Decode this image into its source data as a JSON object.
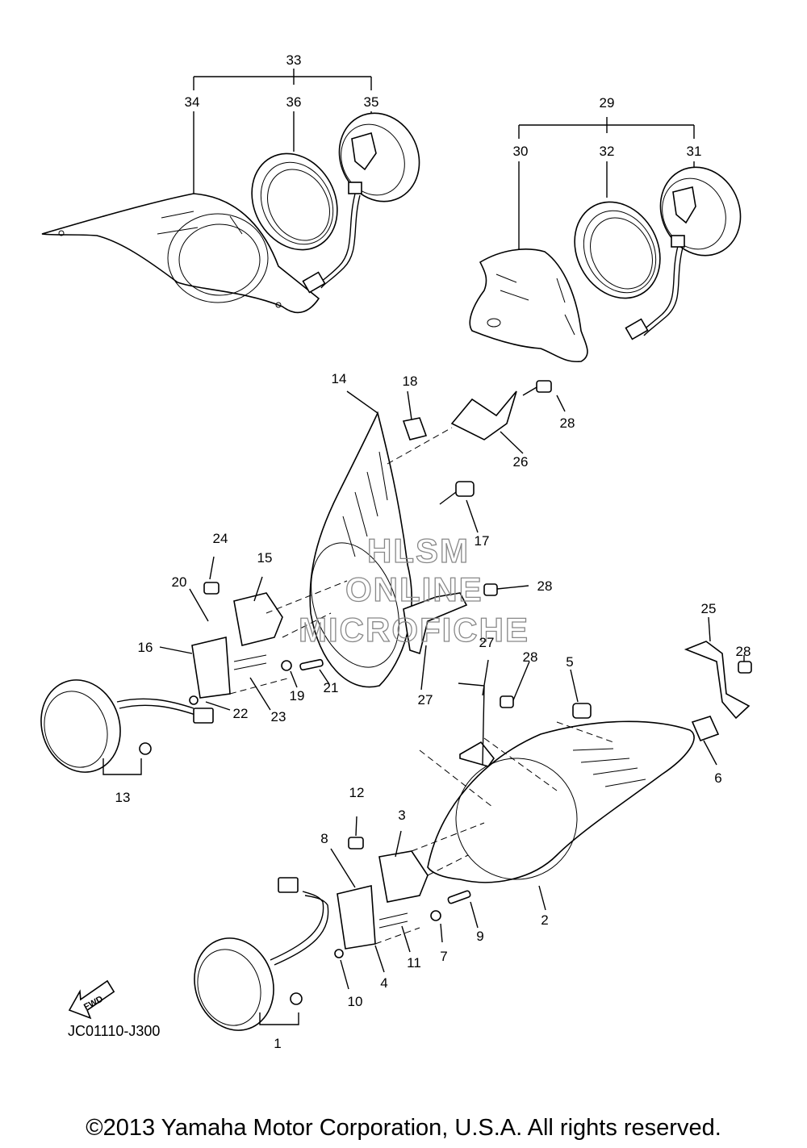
{
  "diagram": {
    "diagram_code": "JC01110-J300",
    "fwd_label": "FWD",
    "copyright": "©2013 Yamaha Motor Corporation, U.S.A. All rights reserved.",
    "watermark": [
      "HLSM",
      "ONLINE",
      "MICROFICHE"
    ],
    "part_numbers": [
      "1",
      "2",
      "3",
      "4",
      "5",
      "6",
      "7",
      "8",
      "9",
      "10",
      "11",
      "12",
      "13",
      "14",
      "15",
      "16",
      "17",
      "18",
      "19",
      "20",
      "21",
      "22",
      "23",
      "24",
      "25",
      "26",
      "27",
      "28",
      "29",
      "30",
      "31",
      "32",
      "33",
      "34",
      "35",
      "36"
    ],
    "callouts": [
      {
        "label": "33"
      },
      {
        "label": "34"
      },
      {
        "label": "36"
      },
      {
        "label": "35"
      },
      {
        "label": "29"
      },
      {
        "label": "30"
      },
      {
        "label": "32"
      },
      {
        "label": "31"
      },
      {
        "label": "14"
      },
      {
        "label": "18"
      },
      {
        "label": "28"
      },
      {
        "label": "26"
      },
      {
        "label": "17"
      },
      {
        "label": "24"
      },
      {
        "label": "15"
      },
      {
        "label": "20"
      },
      {
        "label": "28"
      },
      {
        "label": "16"
      },
      {
        "label": "19"
      },
      {
        "label": "21"
      },
      {
        "label": "27"
      },
      {
        "label": "22"
      },
      {
        "label": "23"
      },
      {
        "label": "13"
      },
      {
        "label": "27"
      },
      {
        "label": "28"
      },
      {
        "label": "5"
      },
      {
        "label": "25"
      },
      {
        "label": "28"
      },
      {
        "label": "6"
      },
      {
        "label": "12"
      },
      {
        "label": "3"
      },
      {
        "label": "8"
      },
      {
        "label": "2"
      },
      {
        "label": "9"
      },
      {
        "label": "7"
      },
      {
        "label": "11"
      },
      {
        "label": "4"
      },
      {
        "label": "10"
      },
      {
        "label": "1"
      }
    ]
  }
}
